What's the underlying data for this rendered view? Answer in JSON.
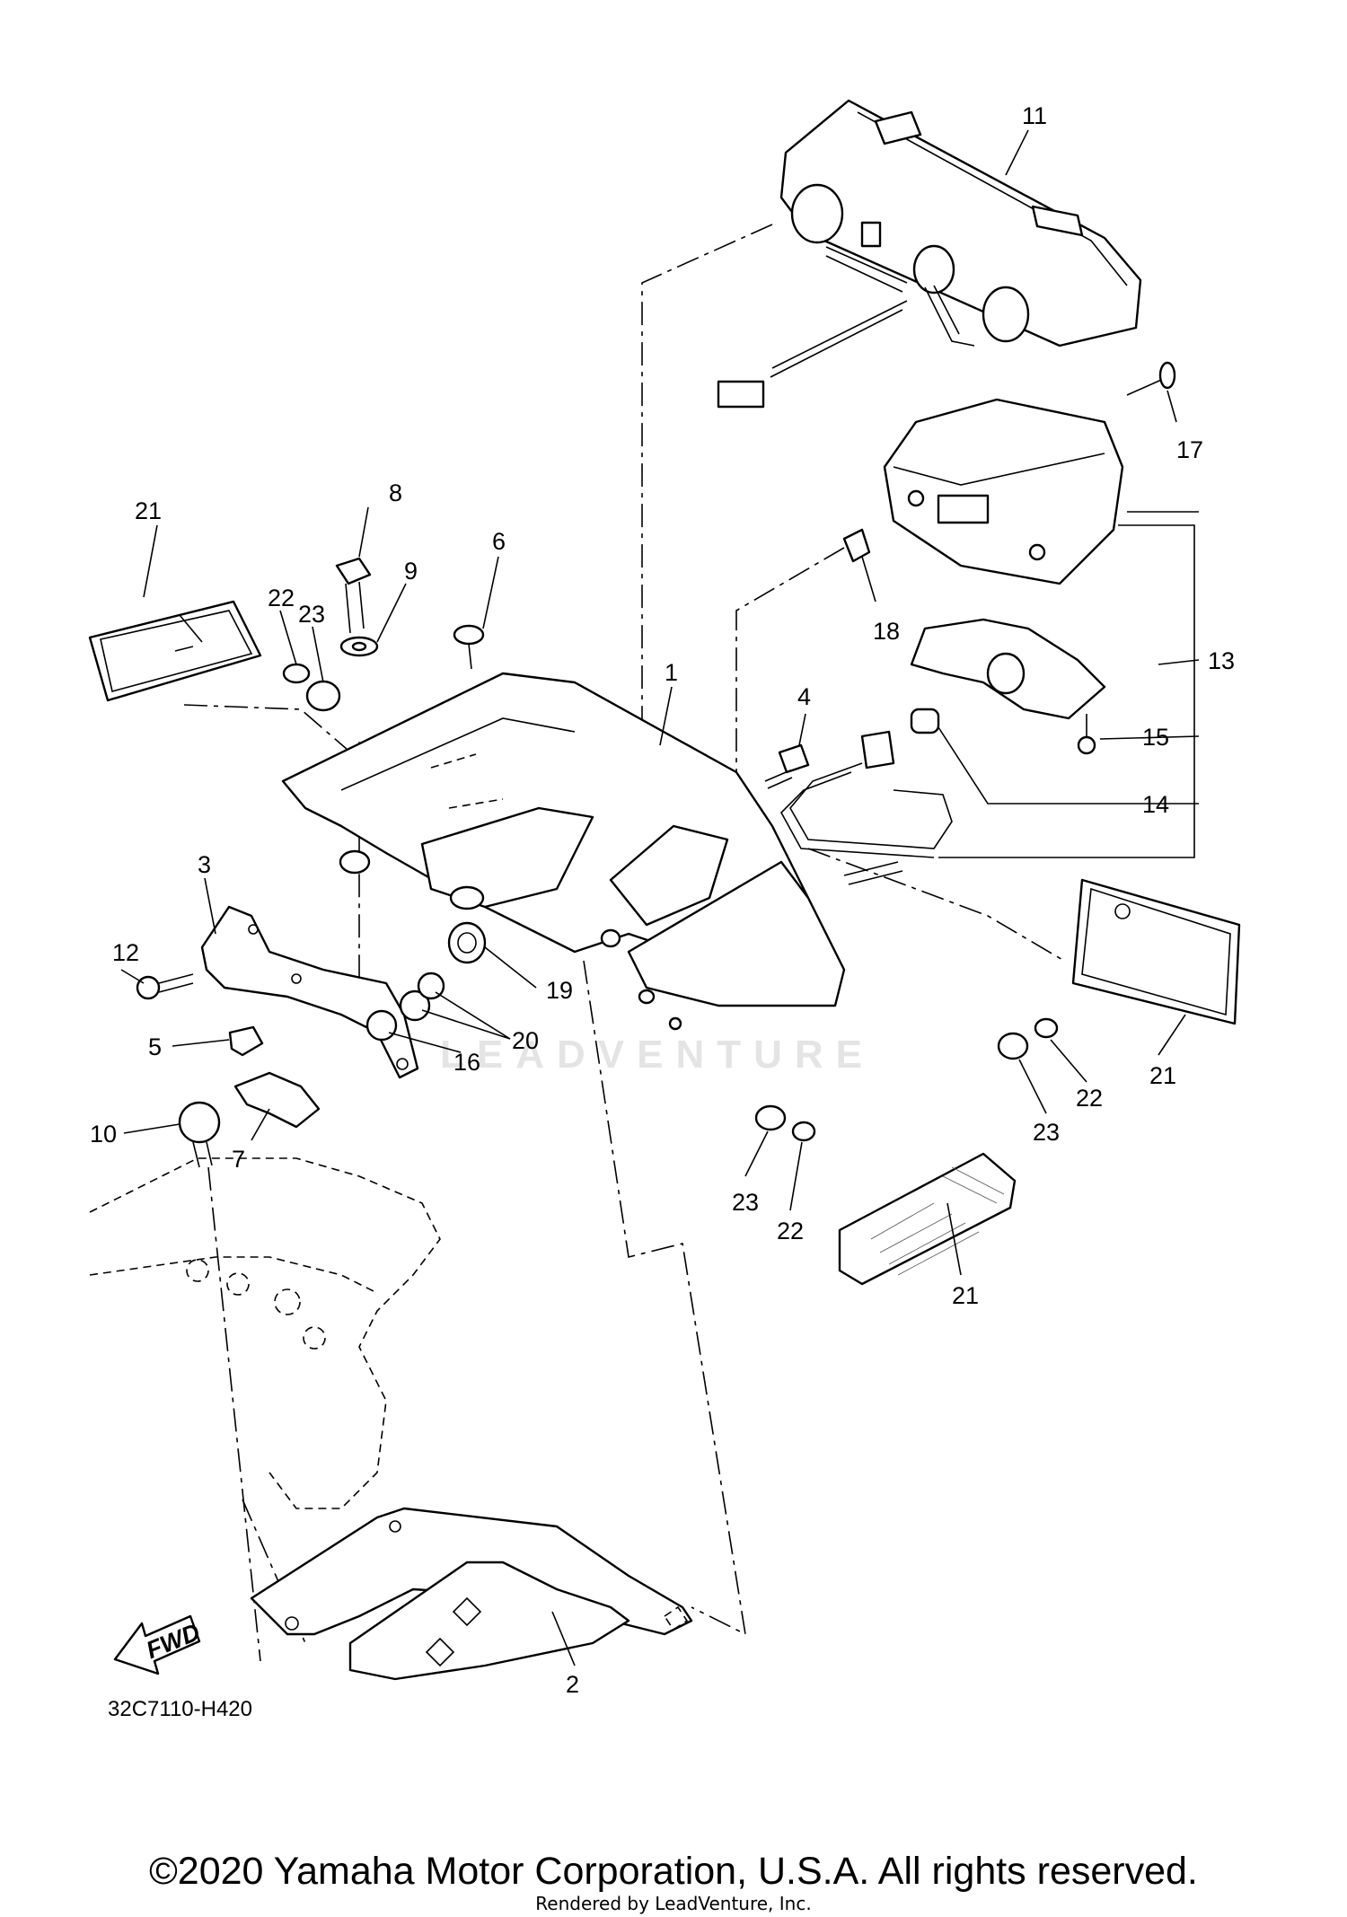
{
  "callouts": [
    {
      "id": "c1",
      "label": "1"
    },
    {
      "id": "c2",
      "label": "2"
    },
    {
      "id": "c3",
      "label": "3"
    },
    {
      "id": "c4",
      "label": "4"
    },
    {
      "id": "c5",
      "label": "5"
    },
    {
      "id": "c6",
      "label": "6"
    },
    {
      "id": "c7",
      "label": "7"
    },
    {
      "id": "c8",
      "label": "8"
    },
    {
      "id": "c9",
      "label": "9"
    },
    {
      "id": "c10",
      "label": "10"
    },
    {
      "id": "c11",
      "label": "11"
    },
    {
      "id": "c12",
      "label": "12"
    },
    {
      "id": "c13",
      "label": "13"
    },
    {
      "id": "c14",
      "label": "14"
    },
    {
      "id": "c15",
      "label": "15"
    },
    {
      "id": "c16",
      "label": "16"
    },
    {
      "id": "c17",
      "label": "17"
    },
    {
      "id": "c18",
      "label": "18"
    },
    {
      "id": "c19",
      "label": "19"
    },
    {
      "id": "c20",
      "label": "20"
    },
    {
      "id": "c21a",
      "label": "21"
    },
    {
      "id": "c21b",
      "label": "21"
    },
    {
      "id": "c21c",
      "label": "21"
    },
    {
      "id": "c22a",
      "label": "22"
    },
    {
      "id": "c22b",
      "label": "22"
    },
    {
      "id": "c22c",
      "label": "22"
    },
    {
      "id": "c23a",
      "label": "23"
    },
    {
      "id": "c23b",
      "label": "23"
    },
    {
      "id": "c23c",
      "label": "23"
    }
  ],
  "fwd_label": "FWD",
  "diagram_code": "32C7110-H420",
  "watermark": "LEADVENTURE",
  "copyright": "©2020 Yamaha Motor Corporation, U.S.A. All rights reserved.",
  "rendered_by": "Rendered by LeadVenture, Inc."
}
